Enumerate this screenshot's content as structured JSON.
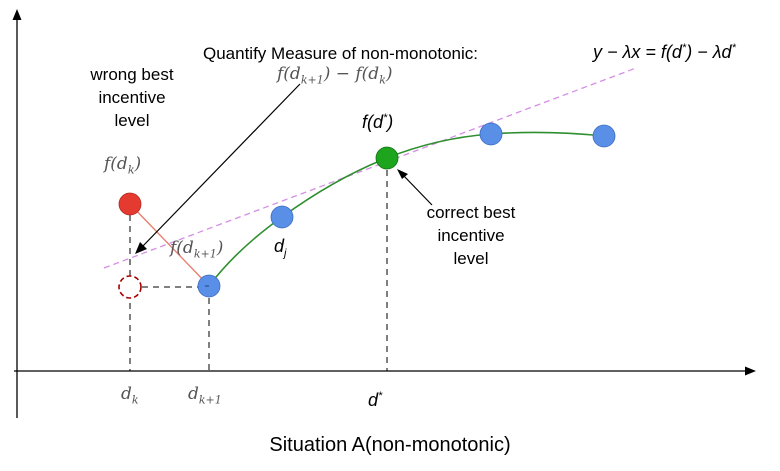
{
  "colors": {
    "axis": "#000000",
    "tangent": "#d58ee6",
    "curve": "#2f8f2f",
    "link": "#e87b6a",
    "node_blue": "#5a8fe8",
    "node_green": "#1ea51e",
    "node_red": "#e53a30",
    "node_dashed": "#a50000"
  },
  "labels": {
    "quantify_title": "Quantify Measure of non-monotonic:",
    "quantify_formula": "f(d_{k+1}) − f(d_k)",
    "tangent_equation": "y − λx = f(d*) − λd*",
    "wrong_level": "wrong best incentive level",
    "wrong_formula": "f(d_k)",
    "fdstar": "f(d*)",
    "correct_level": "correct best incentive level",
    "fdk1": "f(d_{k+1})",
    "dj": "d_j",
    "tick_dk": "d_k",
    "tick_dk1": "d_{k+1}",
    "tick_dstar": "d*",
    "caption": "Situation A(non-monotonic)"
  },
  "icons": [
    "arrow-head-icon",
    "axis-arrow-icon"
  ]
}
